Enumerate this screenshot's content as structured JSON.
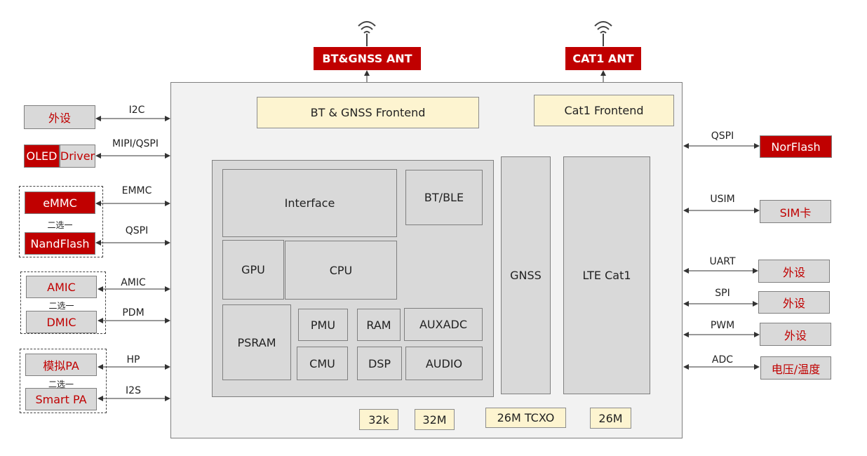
{
  "antennas": {
    "bt_gnss": "BT&GNSS ANT",
    "cat1": "CAT1 ANT"
  },
  "frontends": {
    "bt_gnss": "BT & GNSS Frontend",
    "cat1": "Cat1 Frontend"
  },
  "soc": {
    "interface": "Interface",
    "bt_ble": "BT/BLE",
    "gpu": "GPU",
    "cpu": "CPU",
    "psram": "PSRAM",
    "pmu": "PMU",
    "ram": "RAM",
    "auxadc": "AUXADC",
    "cmu": "CMU",
    "dsp": "DSP",
    "audio": "AUDIO"
  },
  "gnss": "GNSS",
  "lte": "LTE Cat1",
  "clocks": {
    "k32": "32k",
    "m32": "32M",
    "tcxo": "26M TCXO",
    "m26": "26M"
  },
  "left": {
    "peripheral1": "外设",
    "i2c": "I2C",
    "oled": "OLED",
    "driver": "Driver",
    "mipi": "MIPI/QSPI",
    "emmc": "eMMC",
    "emmc_sig": "EMMC",
    "choose1": "二选一",
    "nandflash": "NandFlash",
    "qspi": "QSPI",
    "amic": "AMIC",
    "amic_sig": "AMIC",
    "choose2": "二选一",
    "dmic": "DMIC",
    "pdm": "PDM",
    "analog_pa": "模拟PA",
    "hp": "HP",
    "choose3": "二选一",
    "smart_pa": "Smart PA",
    "i2s": "I2S"
  },
  "right": {
    "qspi": "QSPI",
    "norflash": "NorFlash",
    "usim": "USIM",
    "sim": "SIM卡",
    "uart": "UART",
    "peripheral_uart": "外设",
    "spi": "SPI",
    "peripheral_spi": "外设",
    "pwm": "PWM",
    "peripheral_pwm": "外设",
    "adc": "ADC",
    "voltage_temp": "电压/温度"
  },
  "colors": {
    "red": "#c00000",
    "cream": "#fdf4d0",
    "gray": "#d9d9d9"
  }
}
